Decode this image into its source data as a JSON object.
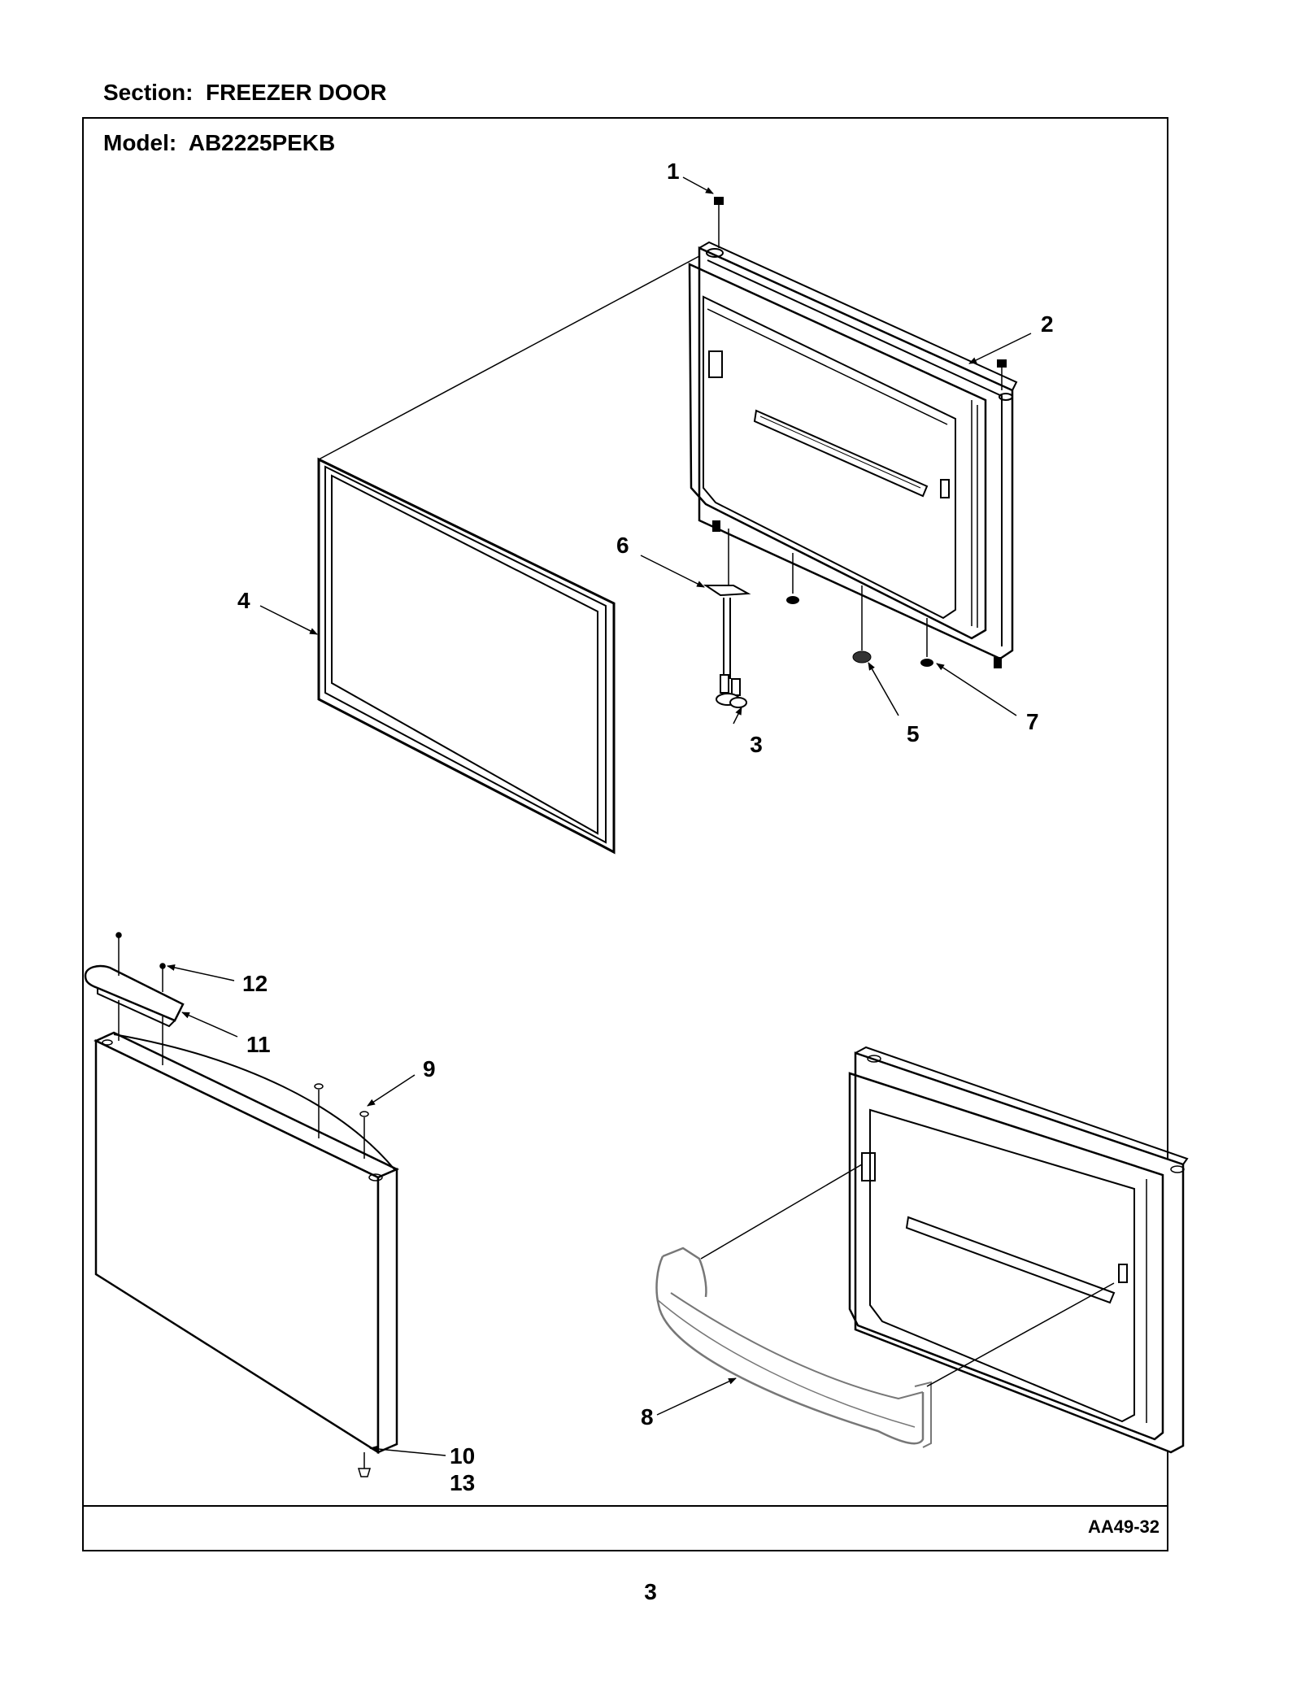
{
  "header": {
    "section": "Section:  FREEZER DOOR"
  },
  "frame": {
    "model": "Model:  AB2225PEKB",
    "reference_code": "AA49-32"
  },
  "page": {
    "number": "3"
  },
  "callouts": {
    "c1": "1",
    "c2": "2",
    "c3": "3",
    "c4": "4",
    "c5": "5",
    "c6": "6",
    "c7": "7",
    "c8": "8",
    "c9": "9",
    "c10": "10",
    "c11": "11",
    "c12": "12",
    "c13": "13"
  }
}
